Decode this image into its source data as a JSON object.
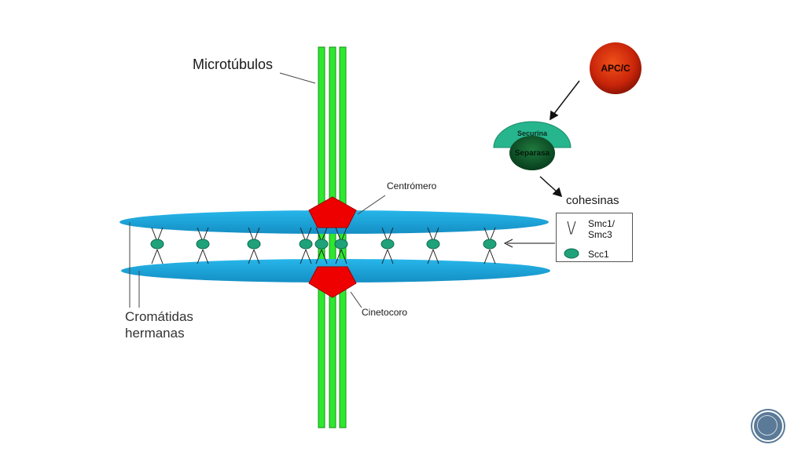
{
  "labels": {
    "microtubules": "Microtúbulos",
    "centromere": "Centrómero",
    "kinetochore": "Cinetocoro",
    "sister_chromatids": "Cromátidas hermanas",
    "cohesins": "cohesinas",
    "apc_c": "APC/C",
    "securin": "Securina",
    "separase": "Separasa"
  },
  "legend": {
    "smc": "Smc1/ Smc3",
    "scc1": "Scc1"
  },
  "colors": {
    "chromatid": "#1aa3d9",
    "microtubule": "#2ee82e",
    "kinetochore": "#ee0000",
    "cohesin": "#1fa27a",
    "apc_c": "#d42a08",
    "securin": "#27b58e",
    "separase": "#0e4f2a",
    "nav_button": "#5a7a97"
  }
}
